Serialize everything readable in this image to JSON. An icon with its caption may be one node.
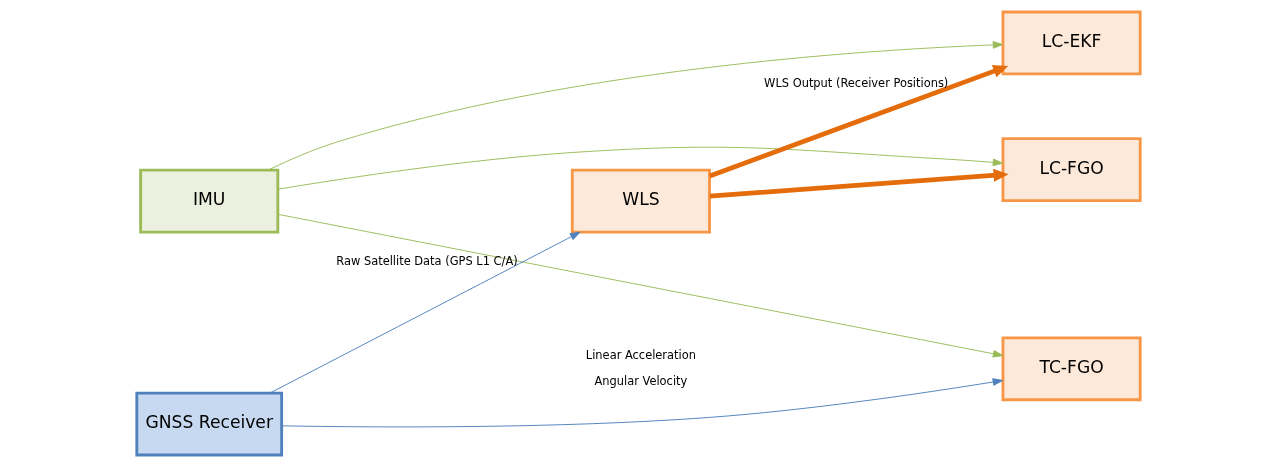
{
  "diagram": {
    "nodes": [
      {
        "text": [
          "IMU"
        ]
      },
      {
        "text": [
          "GNSS Receiver"
        ]
      },
      {
        "text": [
          "WLS"
        ]
      },
      {
        "text": [
          "LC-EKF"
        ]
      },
      {
        "text": [
          "LC-FGO"
        ]
      },
      {
        "text": [
          "TC-FGO"
        ]
      }
    ],
    "edges": [
      {
        "from": 0,
        "to": 3,
        "arrow": "to",
        "color": "#9bbb59"
      },
      {
        "from": 0,
        "to": 4,
        "arrow": "to",
        "color": "#9bbb59"
      },
      {
        "from": 0,
        "to": 5,
        "arrow": "to",
        "color": "#9bbb59"
      },
      {
        "from": 1,
        "to": 2,
        "arrow": "to",
        "label": "Raw Satellite Data (GPS L1 C/A)",
        "color": "#4f81bd"
      },
      {
        "from": 1,
        "to": 5,
        "arrow": "to",
        "color": "#4f81bd"
      },
      {
        "from": 2,
        "to": 3,
        "arrow": "to",
        "label": "WLS Output (Receiver Positions)",
        "style": "thick",
        "color": "#e46c0a"
      },
      {
        "from": 2,
        "to": 4,
        "arrow": "to",
        "style": "thick",
        "color": "#e46c0a"
      }
    ],
    "labels": [
      "Linear Acceleration",
      "Angular Velocity"
    ]
  }
}
